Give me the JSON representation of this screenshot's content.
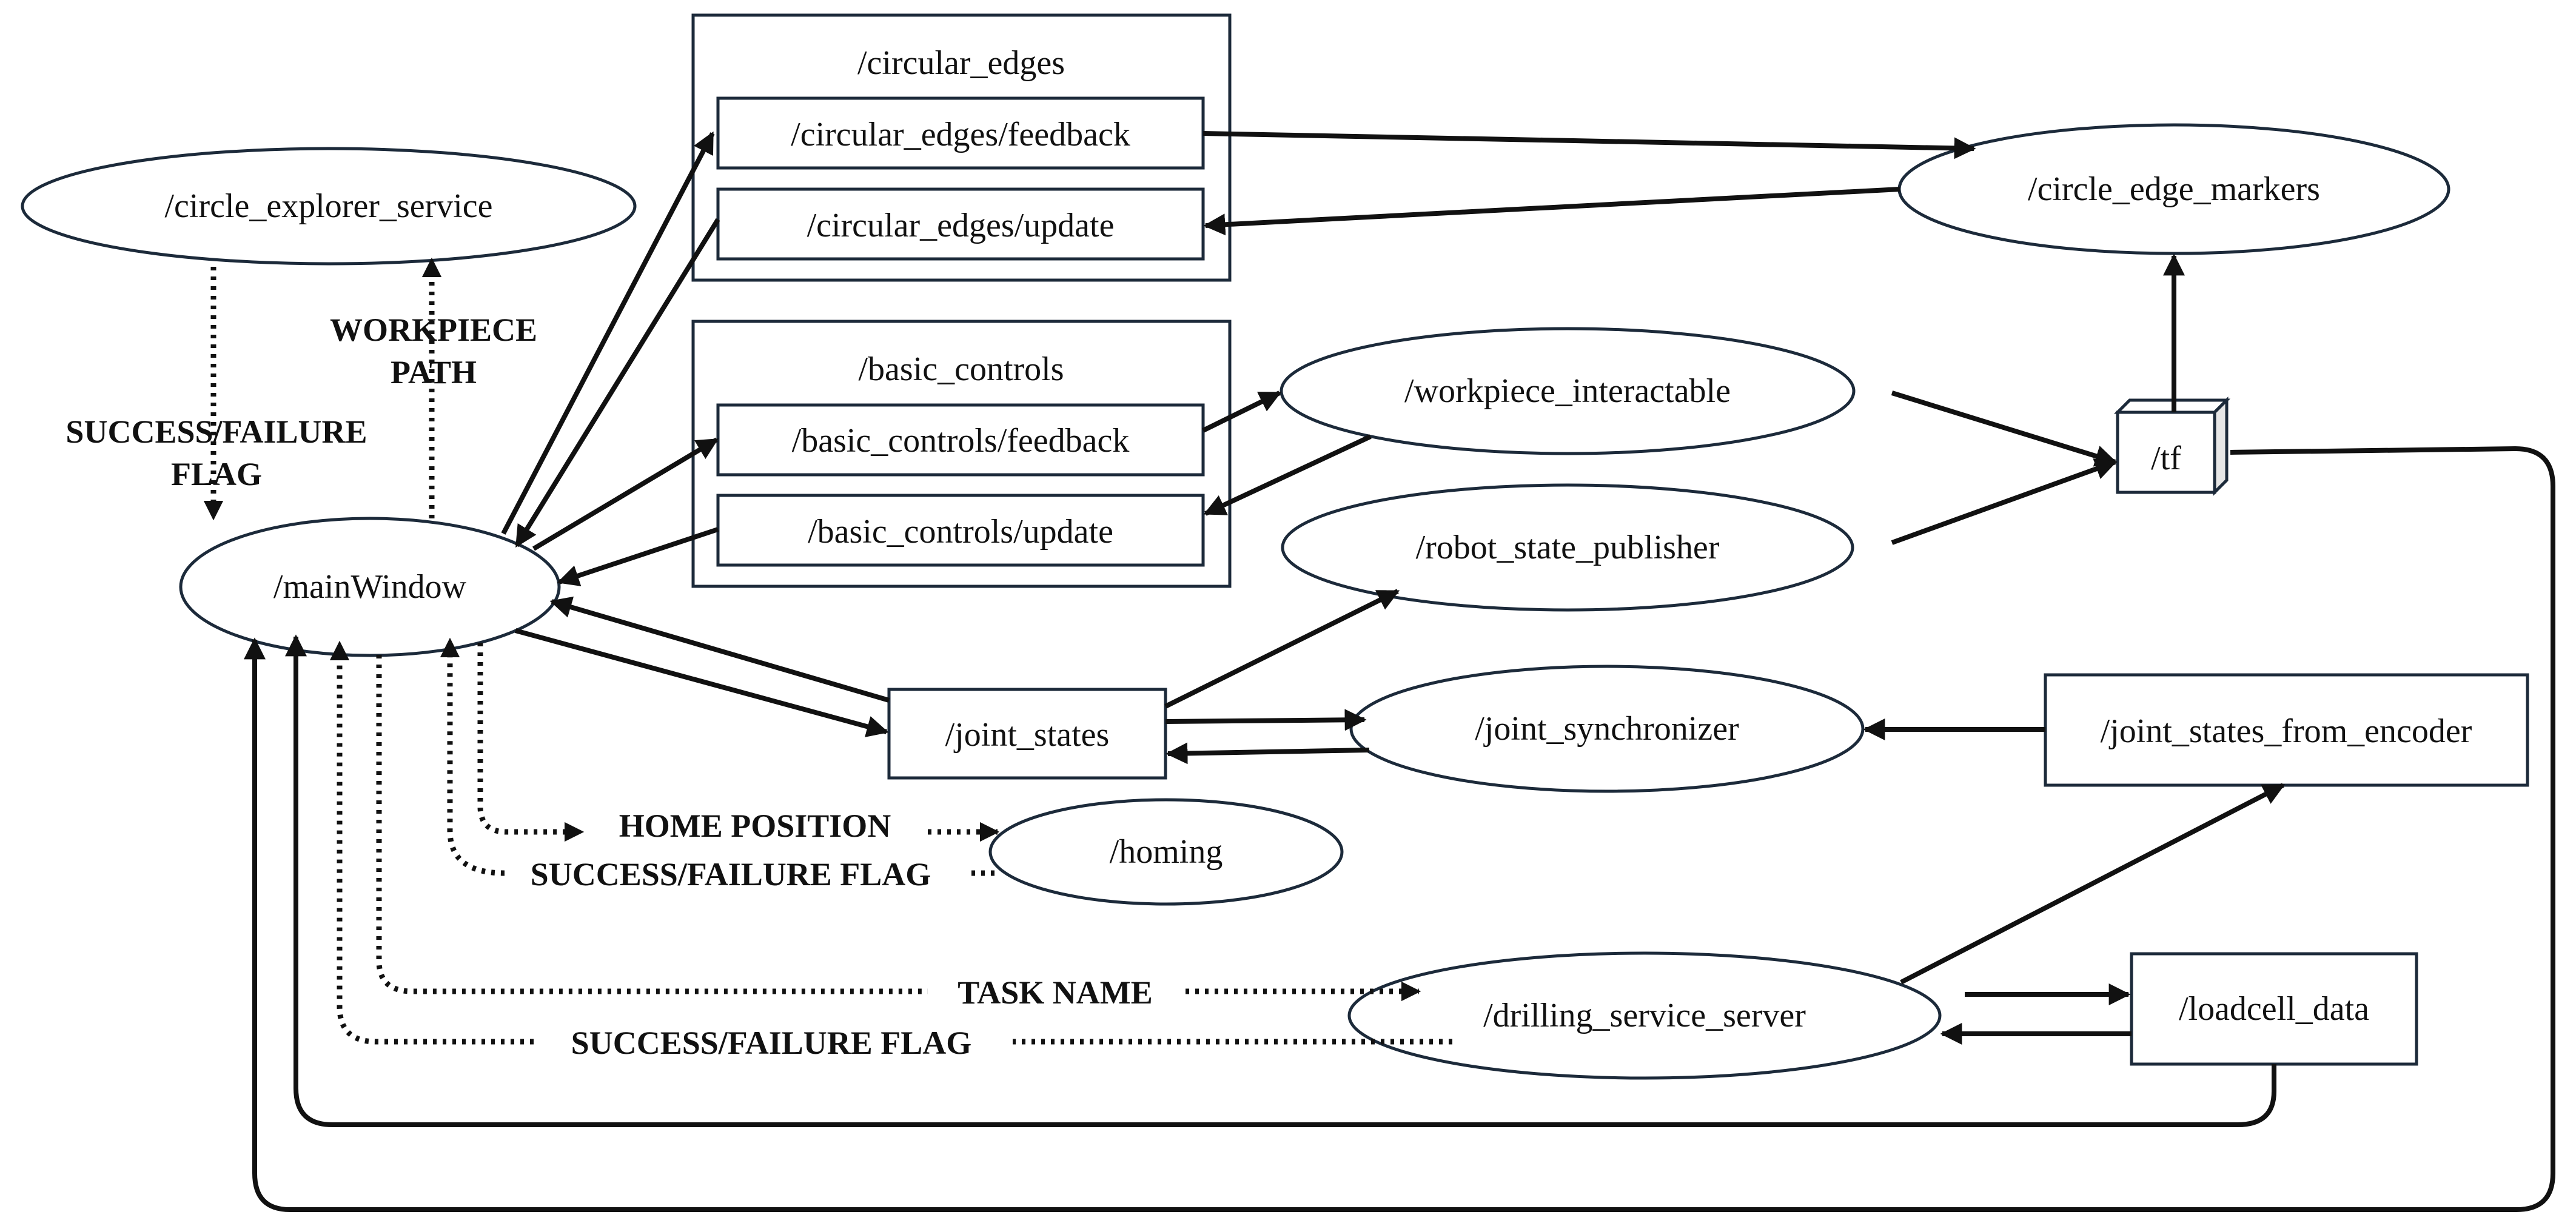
{
  "diagram": {
    "groups": {
      "circular_edges": "/circular_edges",
      "basic_controls": "/basic_controls"
    },
    "topics": {
      "circular_edges_feedback": "/circular_edges/feedback",
      "circular_edges_update": "/circular_edges/update",
      "basic_controls_feedback": "/basic_controls/feedback",
      "basic_controls_update": "/basic_controls/update",
      "joint_states": "/joint_states",
      "joint_states_from_encoder": "/joint_states_from_encoder",
      "loadcell_data": "/loadcell_data",
      "tf": "/tf"
    },
    "nodes": {
      "circle_explorer_service": "/circle_explorer_service",
      "main_window": "/mainWindow",
      "circle_edge_markers": "/circle_edge_markers",
      "workpiece_interactable": "/workpiece_interactable",
      "robot_state_publisher": "/robot_state_publisher",
      "joint_synchronizer": "/joint_synchronizer",
      "homing": "/homing",
      "drilling_service_server": "/drilling_service_server"
    },
    "flags": {
      "success_failure_flag_1": "SUCCESS/FAILURE",
      "success_failure_flag_2": "FLAG",
      "workpiece_path_1": "WORKPIECE",
      "workpiece_path_2": "PATH",
      "home_position": "HOME POSITION",
      "homing_success_failure": "SUCCESS/FAILURE FLAG",
      "task_name": "TASK NAME",
      "drilling_success_failure": "SUCCESS/FAILURE FLAG"
    }
  }
}
